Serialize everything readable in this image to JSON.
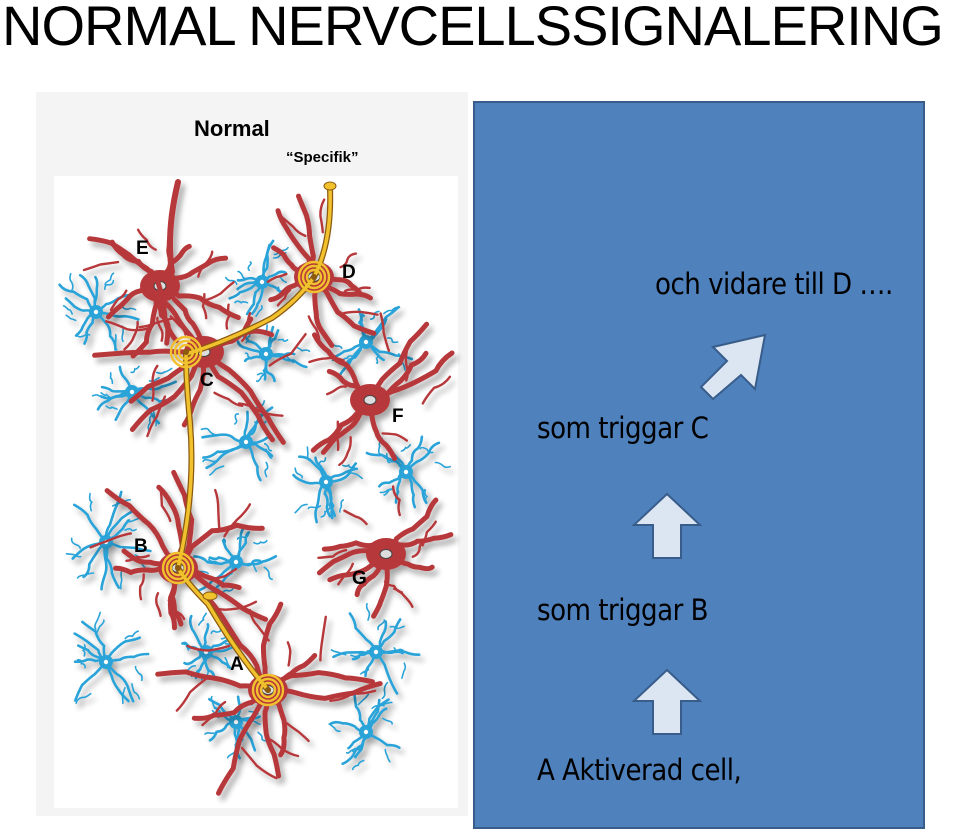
{
  "slide": {
    "title": "NORMAL NERVCELLSSIGNALERING"
  },
  "figure": {
    "heading": "Normal",
    "subheading": "“Specifik”",
    "labels": {
      "A": "A",
      "B": "B",
      "C": "C",
      "D": "D",
      "E": "E",
      "F": "F",
      "G": "G"
    },
    "colors": {
      "neuron": "#b7373a",
      "glia": "#29a3d8",
      "signal_path": "#f2c12e"
    }
  },
  "panel": {
    "color": "#4f81bd",
    "steps": {
      "a": "A   Aktiverad cell,",
      "b": "som triggar B",
      "c": "som triggar C",
      "d": "och vidare till D …."
    }
  }
}
